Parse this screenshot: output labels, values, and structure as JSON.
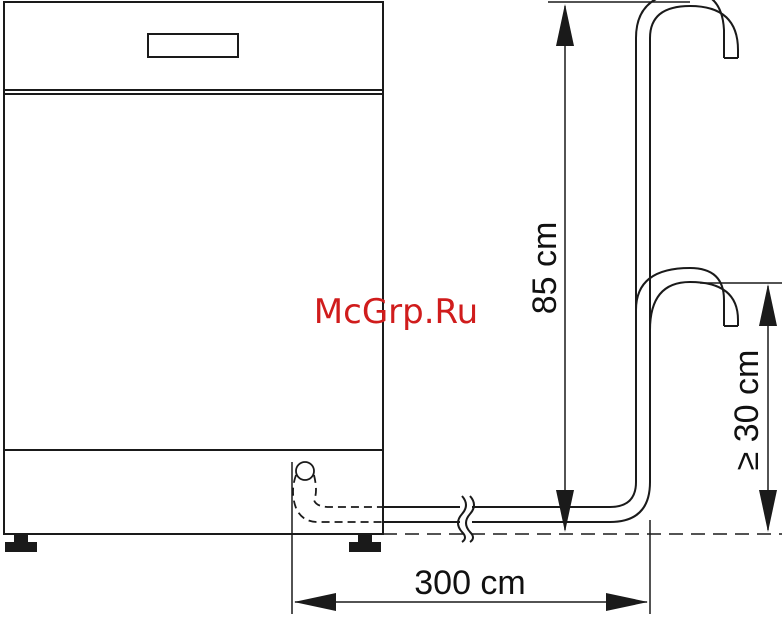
{
  "dimensions": {
    "height_85": "85 cm",
    "height_30": "≥ 30 cm",
    "length_300": "300 cm"
  },
  "watermark": {
    "text": "McGrp.Ru",
    "color": "#d01c1c"
  },
  "colors": {
    "line": "#1a1a1a",
    "background": "#ffffff"
  }
}
